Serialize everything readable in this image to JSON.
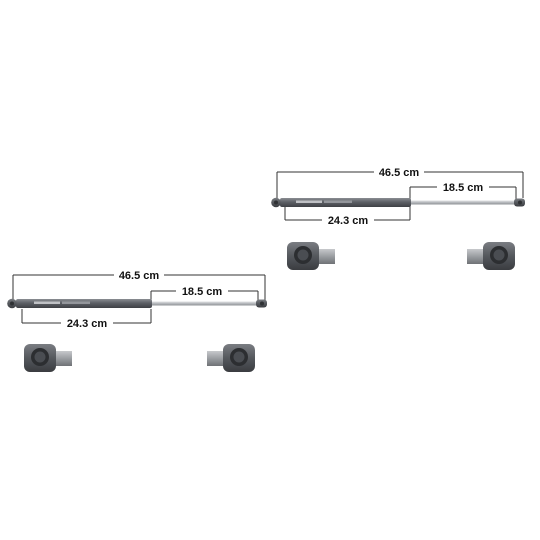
{
  "strut_sets": [
    {
      "dimensions": {
        "overall_length": "46.5 cm",
        "rod_length": "18.5 cm",
        "cylinder_length": "24.3 cm"
      },
      "icons": [
        "gas-strut-icon",
        "end-fitting-icon",
        "end-fitting-icon"
      ]
    },
    {
      "dimensions": {
        "overall_length": "46.5 cm",
        "rod_length": "18.5 cm",
        "cylinder_length": "24.3 cm"
      },
      "icons": [
        "gas-strut-icon",
        "end-fitting-icon",
        "end-fitting-icon"
      ]
    }
  ],
  "colors": {
    "cylinder": "#5d6066",
    "rod": "#b5b8bc",
    "fitting": "#55585d",
    "dimension_line": "#333333",
    "background": "#ffffff"
  }
}
